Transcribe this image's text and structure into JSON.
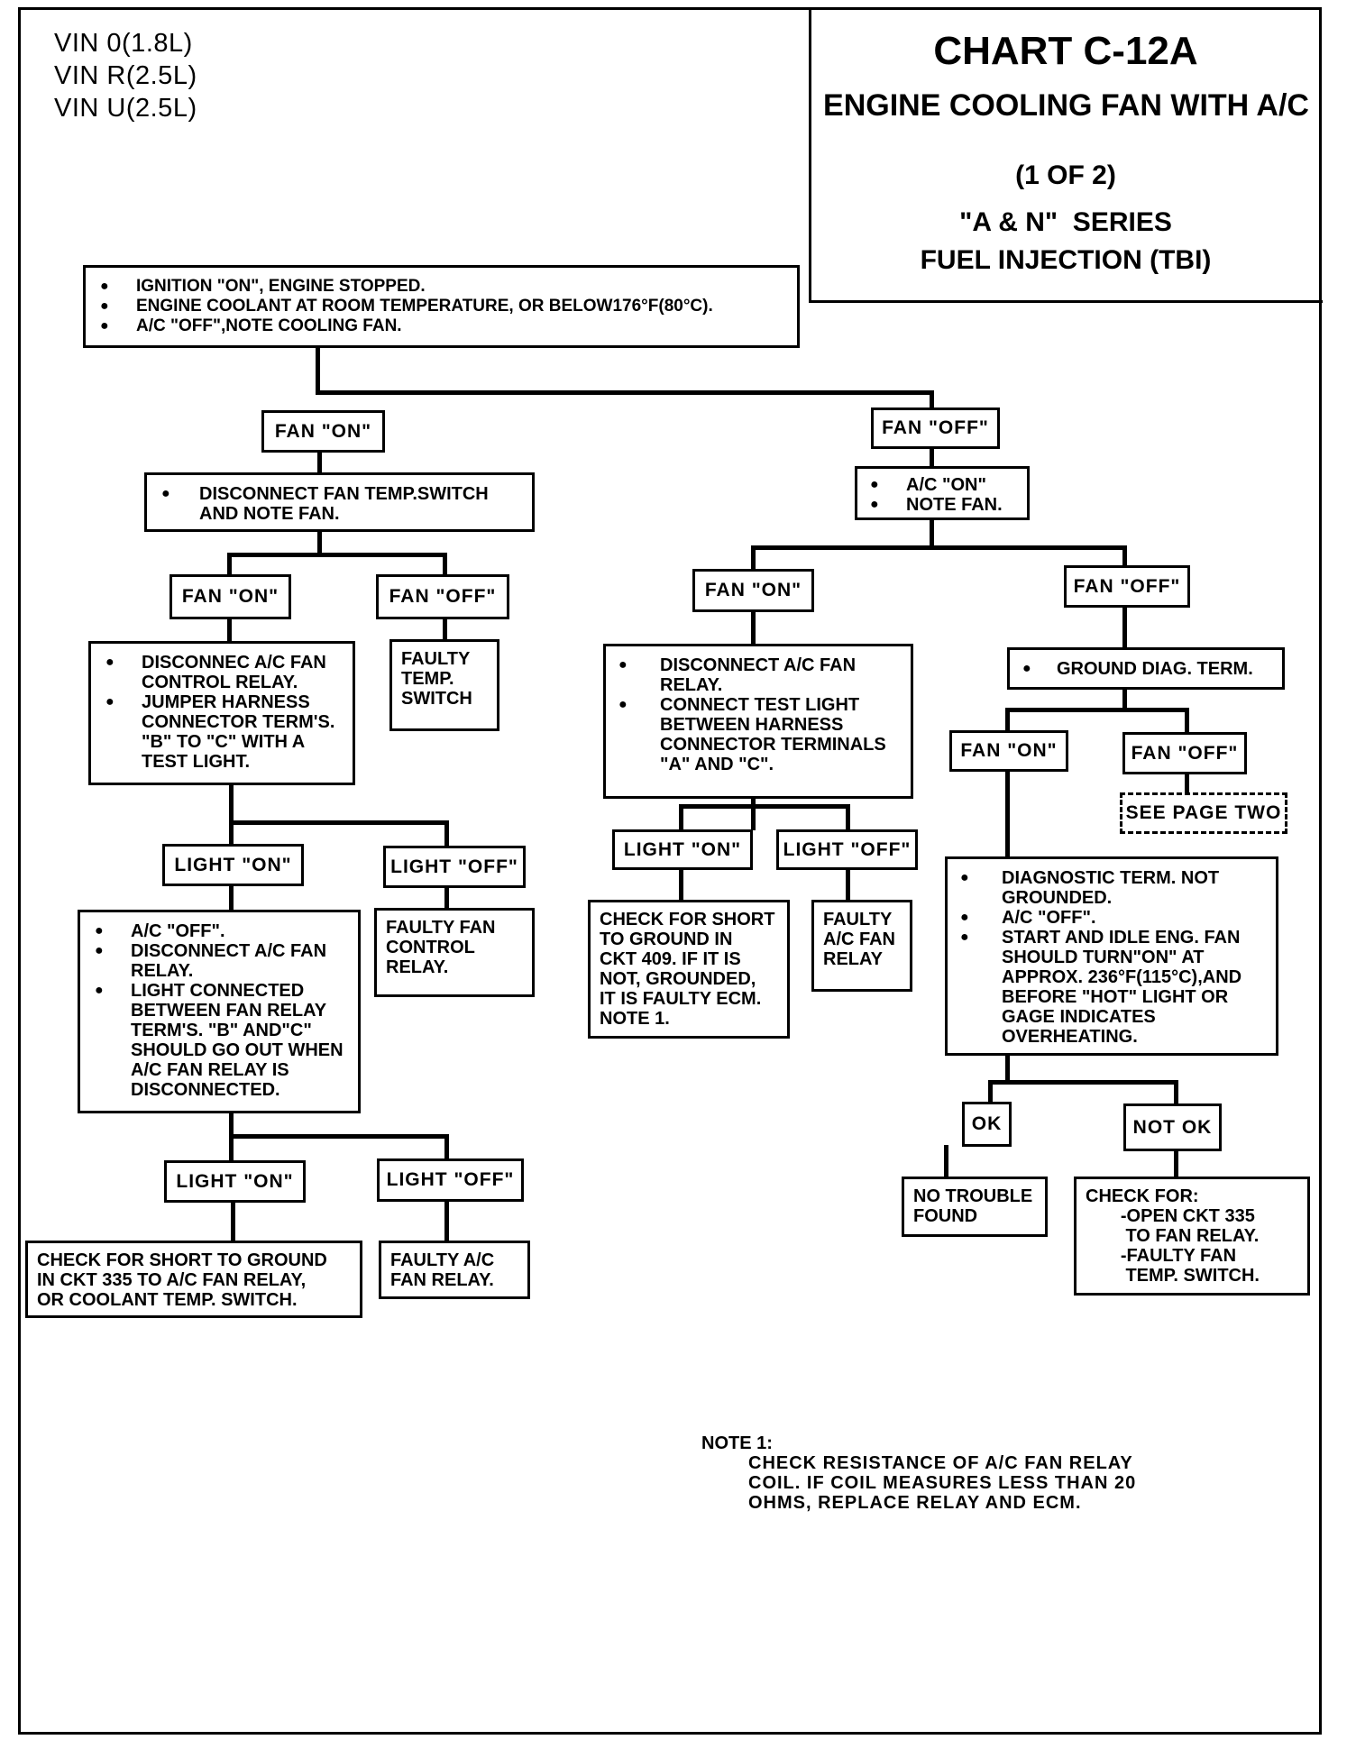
{
  "header": {
    "vin_lines": [
      "VIN 0(1.8L)",
      "VIN R(2.5L)",
      "VIN U(2.5L)"
    ],
    "chart_id": "CHART C-12A",
    "title": "ENGINE COOLING FAN WITH A/C",
    "page": "(1 OF 2)",
    "series": "\"A & N\"  SERIES",
    "subtitle": "FUEL INJECTION (TBI)"
  },
  "start": {
    "items": [
      "IGNITION \"ON\", ENGINE STOPPED.",
      "ENGINE COOLANT AT ROOM TEMPERATURE, OR BELOW176°F(80°C).",
      "A/C \"OFF\",NOTE COOLING FAN."
    ]
  },
  "left": {
    "fan_on": "FAN \"ON\"",
    "step1": [
      "DISCONNECT FAN TEMP.SWITCH AND NOTE FAN."
    ],
    "fan_on2": "FAN \"ON\"",
    "fan_off2": "FAN \"OFF\"",
    "faulty_temp_switch": "FAULTY\nTEMP.\nSWITCH",
    "step2": [
      "DISCONNEC A/C FAN CONTROL RELAY.",
      "JUMPER HARNESS CONNECTOR TERM'S. \"B\" TO \"C\" WITH A TEST LIGHT."
    ],
    "light_on": "LIGHT \"ON\"",
    "light_off": "LIGHT \"OFF\"",
    "faulty_fan_control_relay": "FAULTY FAN\nCONTROL\nRELAY.",
    "step3": [
      "A/C \"OFF\".",
      "DISCONNECT A/C FAN RELAY.",
      "LIGHT CONNECTED BETWEEN FAN RELAY TERM'S. \"B\" AND\"C\" SHOULD GO OUT WHEN A/C FAN RELAY IS DISCONNECTED."
    ],
    "light_on2": "LIGHT \"ON\"",
    "light_off2": "LIGHT \"OFF\"",
    "check_short_335": "CHECK FOR SHORT TO GROUND\nIN CKT 335 TO A/C FAN RELAY,\nOR COOLANT TEMP. SWITCH.",
    "faulty_ac_fan_relay": "FAULTY A/C\nFAN RELAY."
  },
  "right": {
    "fan_off": "FAN \"OFF\"",
    "step1": [
      "A/C \"ON\"",
      "NOTE FAN."
    ],
    "fan_on": "FAN \"ON\"",
    "fan_off2": "FAN \"OFF\"",
    "step2": [
      "DISCONNECT A/C FAN RELAY.",
      "CONNECT TEST LIGHT BETWEEN HARNESS CONNECTOR TERMINALS \"A\" AND \"C\"."
    ],
    "light_on": "LIGHT \"ON\"",
    "light_off": "LIGHT \"OFF\"",
    "check_short_409": "CHECK FOR SHORT\nTO GROUND IN\nCKT 409. IF IT IS\nNOT, GROUNDED,\nIT IS FAULTY ECM.\nNOTE 1.",
    "faulty_ac_fan_relay": "FAULTY\nA/C FAN\nRELAY",
    "ground_diag": [
      "GROUND DIAG. TERM."
    ],
    "fan_on3": "FAN \"ON\"",
    "fan_off3": "FAN \"OFF\"",
    "see_page_two": "SEE PAGE TWO",
    "step3": [
      "DIAGNOSTIC TERM. NOT GROUNDED.",
      "A/C \"OFF\".",
      "START AND IDLE ENG. FAN SHOULD TURN\"ON\" AT APPROX. 236°F(115°C),AND BEFORE \"HOT\" LIGHT OR GAGE INDICATES OVERHEATING."
    ],
    "ok": "OK",
    "not_ok": "NOT OK",
    "no_trouble": "NO TROUBLE\nFOUND",
    "check_for": "CHECK FOR:\n       -OPEN CKT 335\n        TO FAN RELAY.\n       -FAULTY FAN\n        TEMP. SWITCH."
  },
  "note": {
    "heading": "NOTE 1:",
    "body": "CHECK RESISTANCE OF A/C FAN RELAY\nCOIL. IF COIL MEASURES LESS THAN 20\nOHMS, REPLACE RELAY AND ECM."
  }
}
